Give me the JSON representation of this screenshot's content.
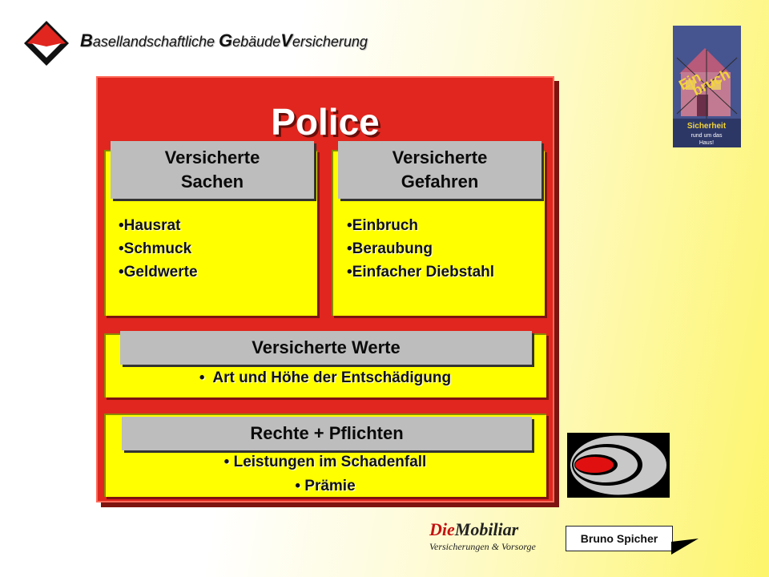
{
  "header": {
    "company_parts": [
      {
        "cap": "B",
        "rest": "asellandschaftliche "
      },
      {
        "cap": "G",
        "rest": "ebäude"
      },
      {
        "cap": "V",
        "rest": "ersicherung"
      }
    ]
  },
  "poster": {
    "title_line1": "Ein",
    "title_line2": "bruch",
    "caption": "Sicherheit",
    "subcaption_1": "rund um das",
    "subcaption_2": "Haus!"
  },
  "slide": {
    "title": "Police",
    "sachen": {
      "header_line1": "Versicherte",
      "header_line2": "Sachen",
      "items": [
        "Hausrat",
        "Schmuck",
        "Geldwerte"
      ]
    },
    "gefahren": {
      "header_line1": "Versicherte",
      "header_line2": "Gefahren",
      "items": [
        "Einbruch",
        "Beraubung",
        "Einfacher Diebstahl"
      ]
    },
    "werte": {
      "header": "Versicherte Werte",
      "item": "Art und Höhe der Entschädigung"
    },
    "rechte": {
      "header": "Rechte + Pflichten",
      "item1": "Leistungen im Schadenfall",
      "item2": "Prämie"
    }
  },
  "footer": {
    "brand_part1": "Die",
    "brand_part2": "Mobiliar",
    "brand_sub": "Versicherungen & Vorsorge",
    "author": "Bruno Spicher"
  },
  "colors": {
    "red": "#e0261e",
    "yellow": "#ffff00",
    "grey": "#bdbdbd",
    "brand_red": "#c41212"
  }
}
